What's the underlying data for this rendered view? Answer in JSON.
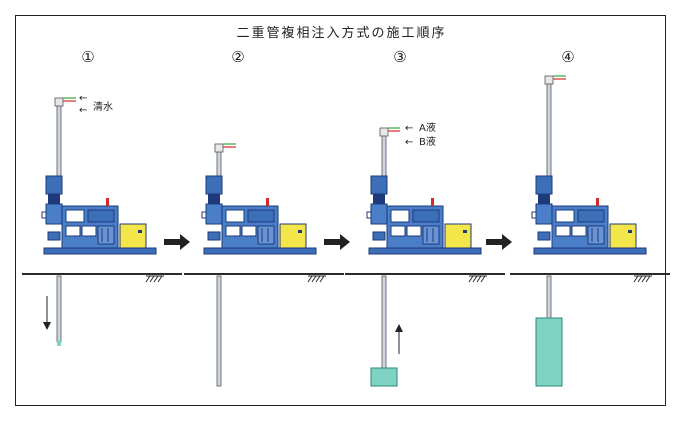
{
  "title": "二重管複相注入方式の施工順序",
  "steps": [
    {
      "number": "①",
      "labels": [
        "清水"
      ]
    },
    {
      "number": "②",
      "labels": []
    },
    {
      "number": "③",
      "labels": [
        "A液",
        "B液"
      ]
    },
    {
      "number": "④",
      "labels": []
    }
  ],
  "colors": {
    "machine_blue": "#4a7ec8",
    "machine_dark": "#1e3a7a",
    "control_yellow": "#f2e64a",
    "grout_bulb": "#7fd3c3",
    "ground_line": "#2a2a2a"
  }
}
